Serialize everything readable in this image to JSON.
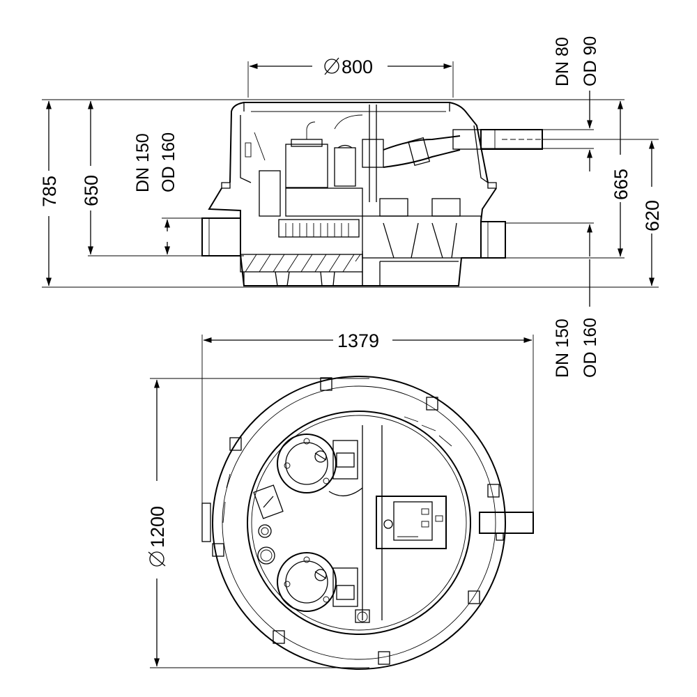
{
  "side_view": {
    "diameter_top": "800",
    "height_total": "785",
    "height_650": "650",
    "height_665": "665",
    "height_620": "620",
    "inlet_label": {
      "dn": "DN 150",
      "od": "OD 160"
    },
    "outlet_label": {
      "dn": "DN 80",
      "od": "OD 90"
    },
    "bottom_inlet_label": {
      "dn": "DN 150",
      "od": "OD 160"
    }
  },
  "top_view": {
    "width": "1379",
    "diameter": "1200"
  },
  "colors": {
    "line": "#000000",
    "background": "#ffffff"
  },
  "symbols": {
    "diameter": "diameter-symbol"
  }
}
